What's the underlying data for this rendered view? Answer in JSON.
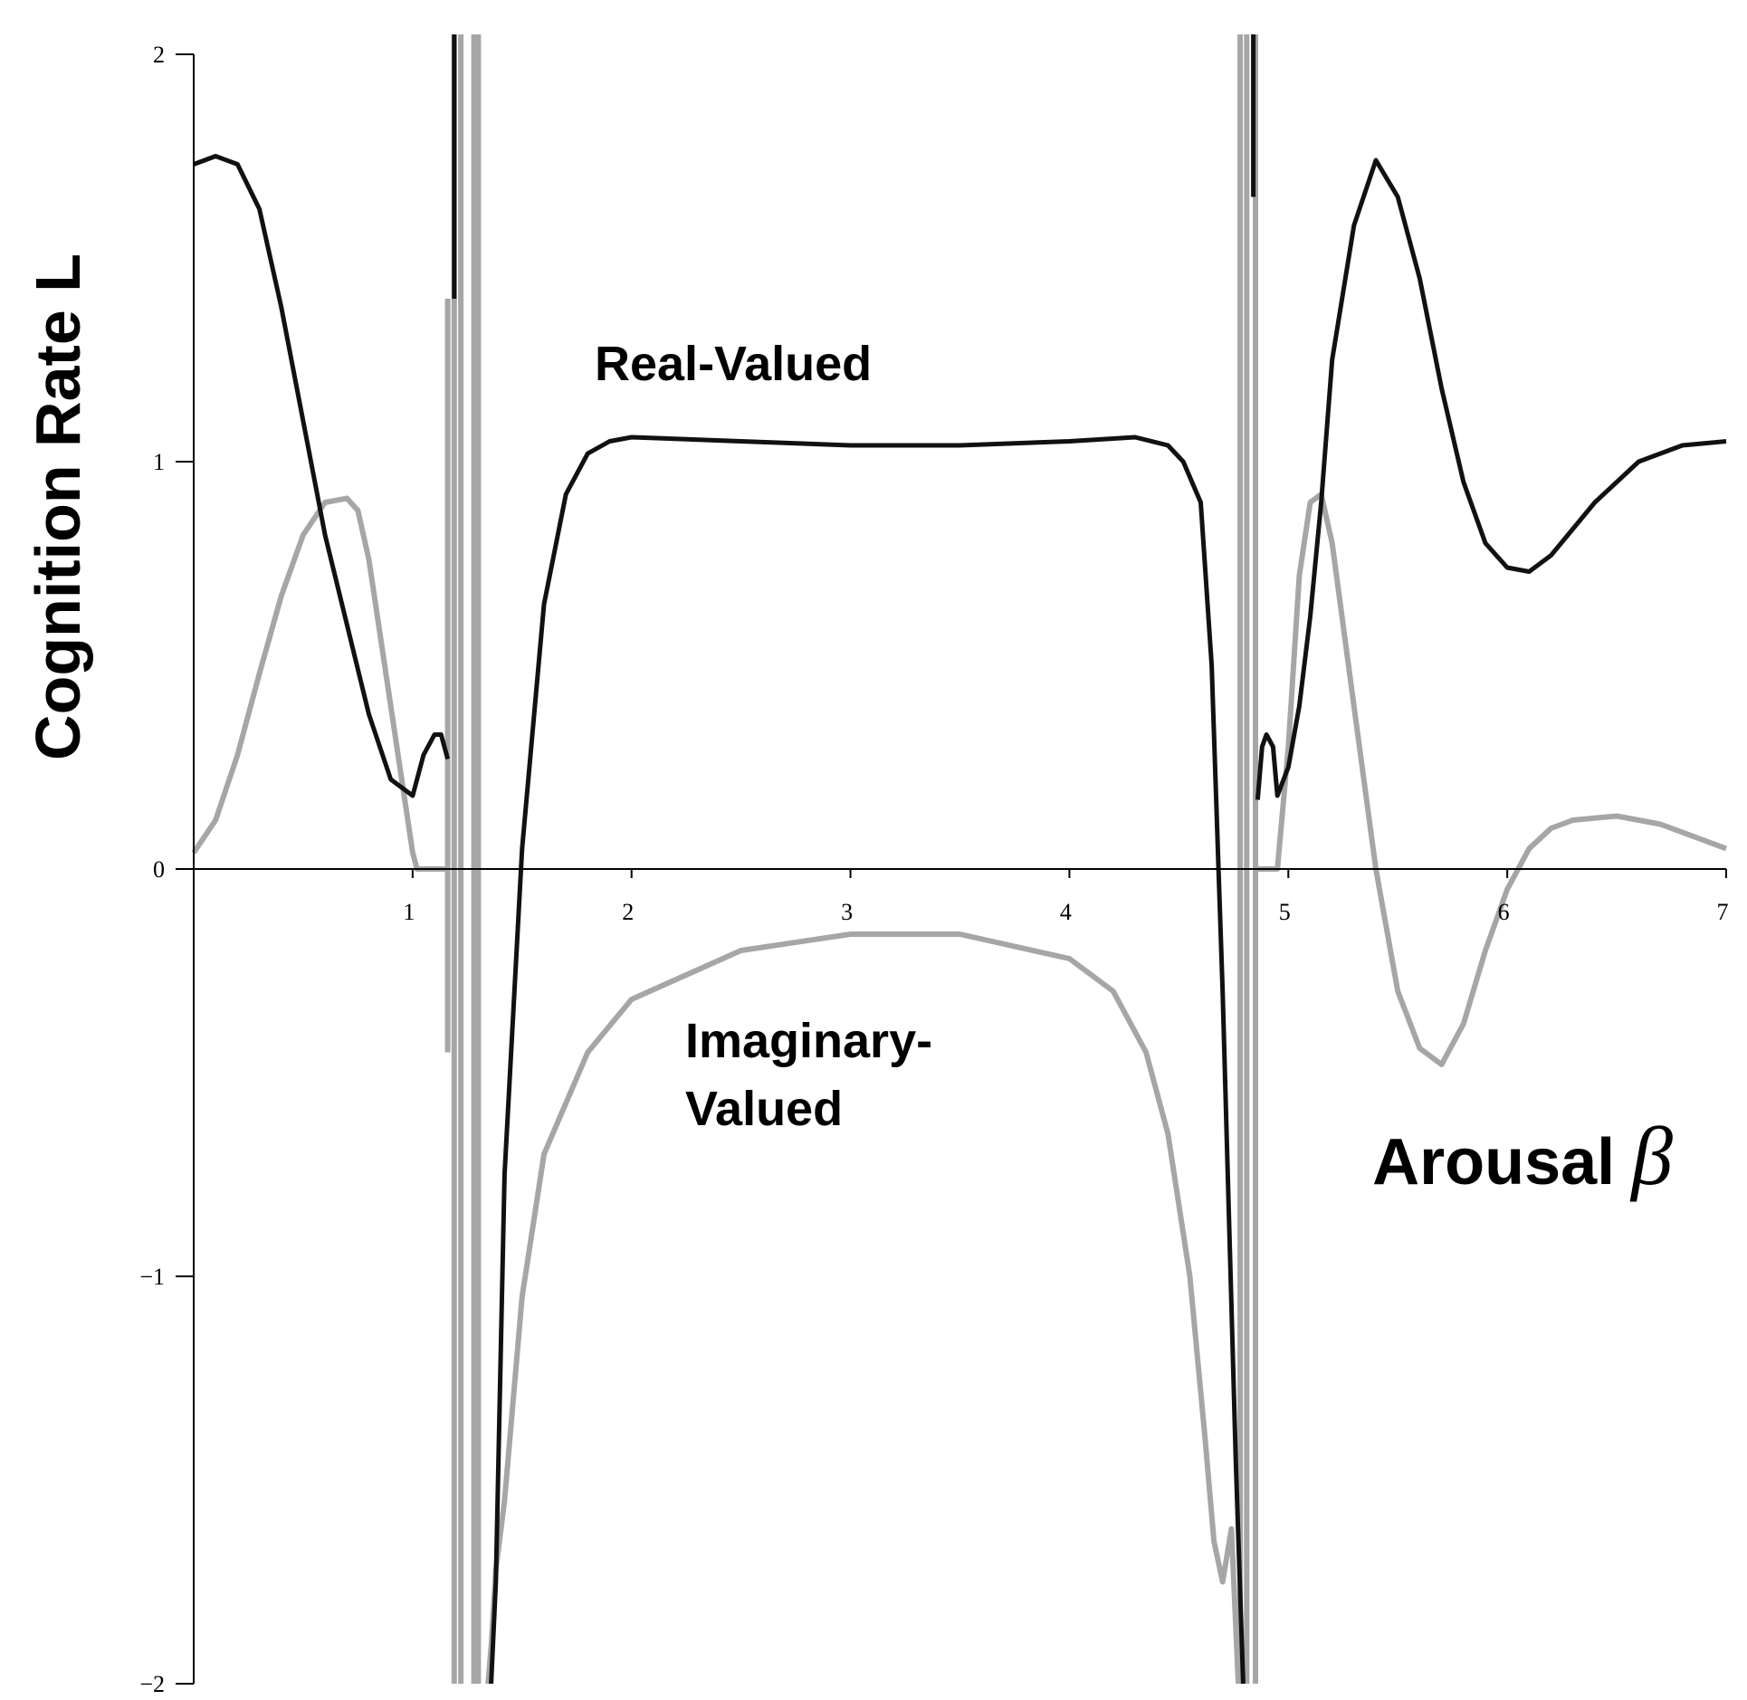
{
  "chart_data": {
    "type": "line",
    "xlabel": "Arousal",
    "xlabel_symbol": "β",
    "ylabel": "Cognition Rate L",
    "xlim": [
      0,
      7
    ],
    "ylim": [
      -2,
      2
    ],
    "x_ticks": [
      1,
      2,
      3,
      4,
      5,
      6,
      7
    ],
    "y_ticks": [
      -2,
      -1,
      0,
      1,
      2
    ],
    "y_tick_labels": [
      "−2",
      "−1",
      "0",
      "1",
      "2"
    ],
    "grid": false,
    "annotations": [
      {
        "text": "Real-Valued",
        "series": "real"
      },
      {
        "text": "Imaginary-",
        "series": "imaginary"
      },
      {
        "text": "Valued",
        "series": "imaginary"
      }
    ],
    "series": [
      {
        "id": "real",
        "color": "#111111",
        "segments": [
          [
            [
              0,
              1.73
            ],
            [
              0.1,
              1.75
            ],
            [
              0.2,
              1.73
            ],
            [
              0.3,
              1.62
            ],
            [
              0.4,
              1.38
            ],
            [
              0.5,
              1.1
            ],
            [
              0.6,
              0.82
            ],
            [
              0.7,
              0.6
            ],
            [
              0.8,
              0.38
            ],
            [
              0.9,
              0.22
            ],
            [
              1.0,
              0.18
            ],
            [
              1.05,
              0.28
            ],
            [
              1.1,
              0.33
            ],
            [
              1.13,
              0.33
            ],
            [
              1.16,
              0.27
            ]
          ],
          [
            [
              1.19,
              2.1
            ],
            [
              1.19,
              1.4
            ]
          ],
          [
            [
              1.35,
              -2.1
            ],
            [
              1.38,
              -1.75
            ],
            [
              1.42,
              -0.75
            ],
            [
              1.5,
              0.05
            ],
            [
              1.6,
              0.65
            ],
            [
              1.7,
              0.92
            ],
            [
              1.8,
              1.02
            ],
            [
              1.9,
              1.05
            ],
            [
              2.0,
              1.06
            ],
            [
              2.5,
              1.05
            ],
            [
              3.0,
              1.04
            ],
            [
              3.5,
              1.04
            ],
            [
              4.0,
              1.05
            ],
            [
              4.3,
              1.06
            ],
            [
              4.45,
              1.04
            ],
            [
              4.52,
              1.0
            ],
            [
              4.6,
              0.9
            ],
            [
              4.65,
              0.5
            ],
            [
              4.7,
              -0.3
            ],
            [
              4.76,
              -1.45
            ],
            [
              4.8,
              -2.1
            ]
          ],
          [
            [
              4.84,
              2.1
            ],
            [
              4.84,
              1.65
            ]
          ],
          [
            [
              4.86,
              0.17
            ],
            [
              4.88,
              0.3
            ],
            [
              4.9,
              0.33
            ],
            [
              4.93,
              0.3
            ],
            [
              4.95,
              0.18
            ],
            [
              5.0,
              0.25
            ],
            [
              5.05,
              0.4
            ],
            [
              5.1,
              0.62
            ],
            [
              5.15,
              0.9
            ],
            [
              5.2,
              1.25
            ],
            [
              5.3,
              1.58
            ],
            [
              5.4,
              1.74
            ],
            [
              5.5,
              1.65
            ],
            [
              5.6,
              1.45
            ],
            [
              5.7,
              1.18
            ],
            [
              5.8,
              0.95
            ],
            [
              5.9,
              0.8
            ],
            [
              6.0,
              0.74
            ],
            [
              6.1,
              0.73
            ],
            [
              6.2,
              0.77
            ],
            [
              6.4,
              0.9
            ],
            [
              6.6,
              1.0
            ],
            [
              6.8,
              1.04
            ],
            [
              7.0,
              1.05
            ]
          ]
        ]
      },
      {
        "id": "imaginary",
        "color": "#a6a6a6",
        "segments": [
          [
            [
              0,
              0.04
            ],
            [
              0.1,
              0.12
            ],
            [
              0.2,
              0.28
            ],
            [
              0.3,
              0.48
            ],
            [
              0.4,
              0.67
            ],
            [
              0.5,
              0.82
            ],
            [
              0.6,
              0.9
            ],
            [
              0.7,
              0.91
            ],
            [
              0.75,
              0.88
            ],
            [
              0.8,
              0.76
            ],
            [
              0.85,
              0.58
            ],
            [
              0.9,
              0.4
            ],
            [
              0.95,
              0.22
            ],
            [
              1.0,
              0.04
            ],
            [
              1.02,
              0.0
            ],
            [
              1.15,
              0.0
            ]
          ],
          [
            [
              1.16,
              -0.45
            ],
            [
              1.16,
              1.4
            ]
          ],
          [
            [
              1.19,
              -2.1
            ],
            [
              1.19,
              2.1
            ]
          ],
          [
            [
              1.22,
              2.1
            ],
            [
              1.22,
              -2.1
            ]
          ],
          [
            [
              1.28,
              -2.1
            ],
            [
              1.28,
              2.1
            ]
          ],
          [
            [
              1.3,
              2.1
            ],
            [
              1.3,
              -2.1
            ]
          ],
          [
            [
              1.33,
              -2.1
            ],
            [
              1.36,
              -1.9
            ],
            [
              1.38,
              -1.72
            ],
            [
              1.42,
              -1.55
            ],
            [
              1.5,
              -1.05
            ],
            [
              1.6,
              -0.7
            ],
            [
              1.8,
              -0.45
            ],
            [
              2.0,
              -0.32
            ],
            [
              2.5,
              -0.2
            ],
            [
              3.0,
              -0.16
            ],
            [
              3.5,
              -0.16
            ],
            [
              4.0,
              -0.22
            ],
            [
              4.2,
              -0.3
            ],
            [
              4.35,
              -0.45
            ],
            [
              4.45,
              -0.65
            ],
            [
              4.55,
              -1.0
            ],
            [
              4.62,
              -1.4
            ],
            [
              4.66,
              -1.65
            ],
            [
              4.7,
              -1.75
            ],
            [
              4.74,
              -1.62
            ],
            [
              4.78,
              -2.1
            ]
          ],
          [
            [
              4.78,
              2.1
            ],
            [
              4.78,
              -2.1
            ]
          ],
          [
            [
              4.81,
              -2.1
            ],
            [
              4.81,
              2.1
            ]
          ],
          [
            [
              4.85,
              2.1
            ],
            [
              4.85,
              -2.1
            ]
          ],
          [
            [
              4.86,
              0.0
            ],
            [
              4.95,
              0.0
            ],
            [
              5.0,
              0.3
            ],
            [
              5.05,
              0.72
            ],
            [
              5.1,
              0.9
            ],
            [
              5.15,
              0.92
            ],
            [
              5.2,
              0.8
            ],
            [
              5.3,
              0.4
            ],
            [
              5.4,
              0.0
            ],
            [
              5.5,
              -0.3
            ],
            [
              5.6,
              -0.44
            ],
            [
              5.7,
              -0.48
            ],
            [
              5.8,
              -0.38
            ],
            [
              5.9,
              -0.2
            ],
            [
              6.0,
              -0.05
            ],
            [
              6.1,
              0.05
            ],
            [
              6.2,
              0.1
            ],
            [
              6.3,
              0.12
            ],
            [
              6.5,
              0.13
            ],
            [
              6.7,
              0.11
            ],
            [
              7.0,
              0.05
            ]
          ]
        ]
      }
    ]
  }
}
